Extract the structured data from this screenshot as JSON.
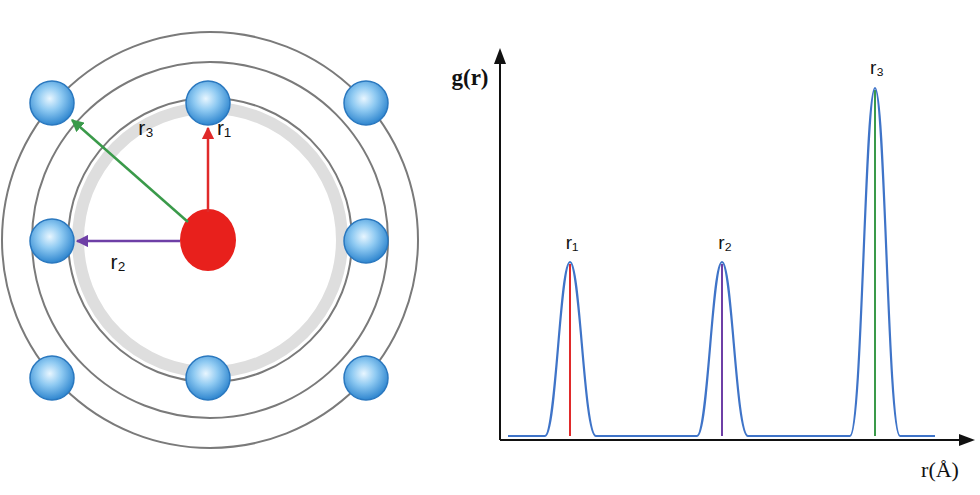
{
  "diagram": {
    "labels": [
      "r₃",
      "r₁",
      "r₂",
      "g(r)",
      "r₁",
      "r₂",
      "r₃",
      "r(Å)"
    ]
  }
}
